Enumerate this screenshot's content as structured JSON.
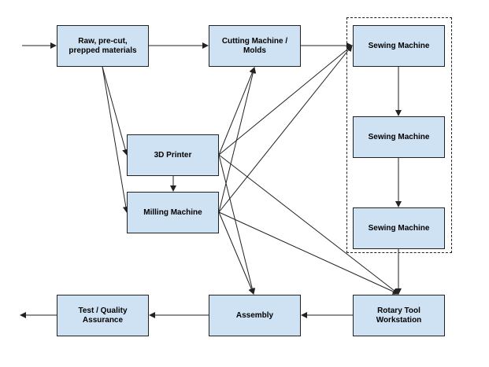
{
  "diagram": {
    "nodes": {
      "raw": "Raw, pre-cut, prepped materials",
      "cutting": "Cutting Machine / Molds",
      "sewing_1": "Sewing Machine",
      "printer": "3D Printer",
      "milling": "Milling Machine",
      "sewing_2": "Sewing Machine",
      "sewing_3": "Sewing Machine",
      "test": "Test / Quality Assurance",
      "assembly": "Assembly",
      "rotary": "Rotary Tool Workstation"
    },
    "edges": [
      [
        "input",
        "raw"
      ],
      [
        "raw",
        "cutting"
      ],
      [
        "raw",
        "printer"
      ],
      [
        "raw",
        "milling"
      ],
      [
        "cutting",
        "sewing_1"
      ],
      [
        "printer",
        "milling"
      ],
      [
        "printer",
        "cutting"
      ],
      [
        "printer",
        "sewing_1"
      ],
      [
        "printer",
        "assembly"
      ],
      [
        "printer",
        "rotary"
      ],
      [
        "milling",
        "cutting"
      ],
      [
        "milling",
        "sewing_1"
      ],
      [
        "milling",
        "assembly"
      ],
      [
        "milling",
        "rotary"
      ],
      [
        "sewing_1",
        "sewing_2"
      ],
      [
        "sewing_2",
        "sewing_3"
      ],
      [
        "sewing_3",
        "rotary"
      ],
      [
        "rotary",
        "assembly"
      ],
      [
        "assembly",
        "test"
      ],
      [
        "test",
        "output"
      ]
    ],
    "group": "sewing-line",
    "colors": {
      "node_fill": "#cfe2f3",
      "stroke": "#222222",
      "text": "#000000"
    }
  }
}
